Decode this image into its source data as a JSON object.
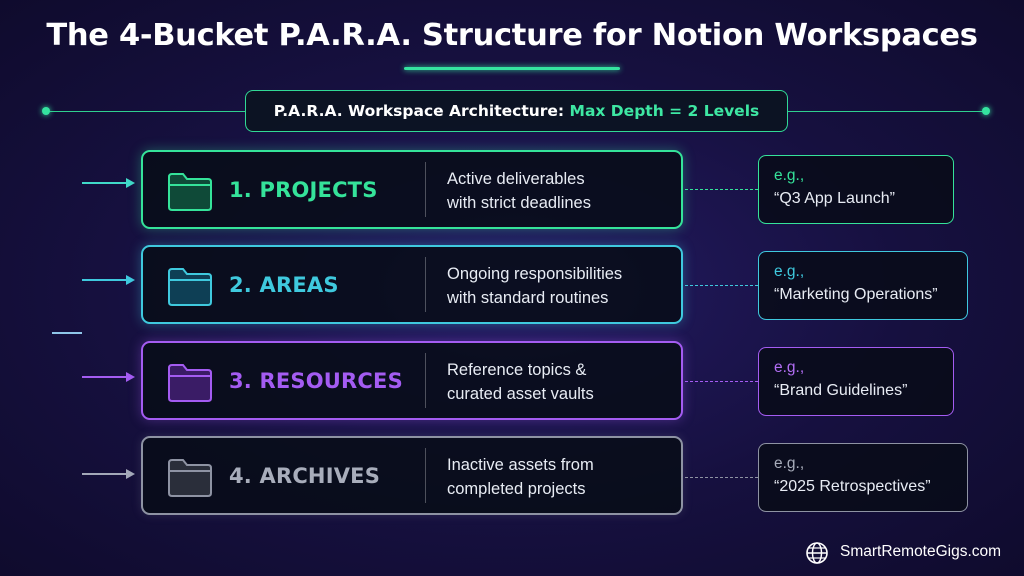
{
  "title": "The 4-Bucket P.A.R.A. Structure for Notion Workspaces",
  "subtitle": {
    "prefix": "P.A.R.A. Workspace Architecture: ",
    "highlight": "Max Depth = 2 Levels"
  },
  "colors": {
    "projects": "#35e39a",
    "areas": "#3fc9de",
    "resources": "#a45cf2",
    "archives": "#8e93a3",
    "accent": "#35e3a0"
  },
  "buckets": [
    {
      "id": "projects",
      "name": "1. PROJECTS",
      "description": [
        "Active deliverables",
        "with strict deadlines"
      ],
      "example_label": "e.g.,",
      "example": "“Q3 App Launch”",
      "icon": "folder-icon"
    },
    {
      "id": "areas",
      "name": "2. AREAS",
      "description": [
        "Ongoing responsibilities",
        "with standard routines"
      ],
      "example_label": "e.g.,",
      "example": "“Marketing Operations”",
      "icon": "folder-icon"
    },
    {
      "id": "resources",
      "name": "3. RESOURCES",
      "description": [
        "Reference topics &",
        "curated asset vaults"
      ],
      "example_label": "e.g.,",
      "example": "“Brand Guidelines”",
      "icon": "folder-icon"
    },
    {
      "id": "archives",
      "name": "4. ARCHIVES",
      "description": [
        "Inactive assets from",
        "completed projects"
      ],
      "example_label": "e.g.,",
      "example": "“2025 Retrospectives”",
      "icon": "folder-icon"
    }
  ],
  "footer": {
    "icon": "globe-icon",
    "text": "SmartRemoteGigs.com"
  }
}
